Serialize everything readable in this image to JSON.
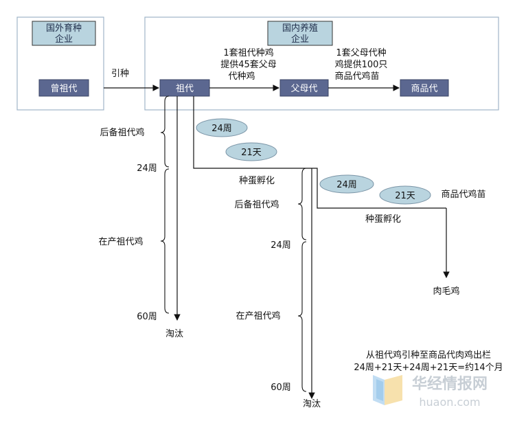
{
  "regions": {
    "foreign": "国外育种企业",
    "foreign_lines": [
      "国外育种",
      "企业"
    ],
    "domestic": "国内养殖企业",
    "domestic_lines": [
      "国内养殖",
      "企业"
    ]
  },
  "stages": {
    "great_grandparent": "曾祖代",
    "grandparent": "祖代",
    "parent": "父母代",
    "commercial": "商品代"
  },
  "edges": {
    "introduce": "引种",
    "gp_to_parent": "1套祖代种鸡提供45套父母代种鸡",
    "gp_to_parent_lines": [
      "1套祖代种鸡",
      "提供45套父母",
      "代种鸡"
    ],
    "parent_to_commercial": "1套父母代种鸡提供100只商品代鸡苗",
    "parent_to_commercial_lines": [
      "1套父母代种",
      "鸡提供100只",
      "商品代鸡苗"
    ]
  },
  "timeline": {
    "grandparent_reserve": "后备祖代鸡",
    "grandparent_laying": "在产祖代鸡",
    "parent_reserve": "后备祖代鸡",
    "parent_laying": "在产祖代鸡",
    "week24_a": "24周",
    "week60_a": "60周",
    "week24_b": "24周",
    "week60_b": "60周",
    "cull_a": "淘汰",
    "cull_b": "淘汰",
    "hatch_a": "种蛋孵化",
    "hatch_b": "种蛋孵化",
    "broiler_chicks": "商品代鸡苗",
    "broiler": "肉毛鸡"
  },
  "ellipses": {
    "e1": "24周",
    "e2": "21天",
    "e3": "24周",
    "e4": "21天"
  },
  "summary": {
    "line1": "从祖代鸡引种至商品代肉鸡出栏",
    "line2": "24周+21天+24周+21天=约14个月"
  },
  "watermark": {
    "brand": "华经情报网",
    "url": "huaon.com"
  },
  "colors": {
    "stage_box": "#5b6790",
    "region_label": "#b9d4df",
    "ellipse": "#b9d4df",
    "frame": "#9fb3c8"
  }
}
